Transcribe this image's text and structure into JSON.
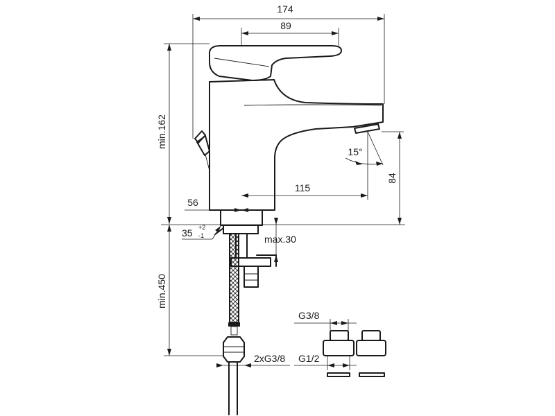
{
  "dimensions": {
    "overall_width": "174",
    "lever_width": "89",
    "height_min": "min.162",
    "spout_clearance": "84",
    "spout_reach": "115",
    "base_offset": "56",
    "spout_angle": "15°",
    "hole_diameter": "35",
    "hole_tol_plus": "+2",
    "hole_tol_minus": "-1",
    "max_thickness": "max.30",
    "hose_length": "min.450",
    "hose_thread": "2xG3/8",
    "adapter_thread_top": "G3/8",
    "adapter_thread_bottom": "G1/2"
  }
}
